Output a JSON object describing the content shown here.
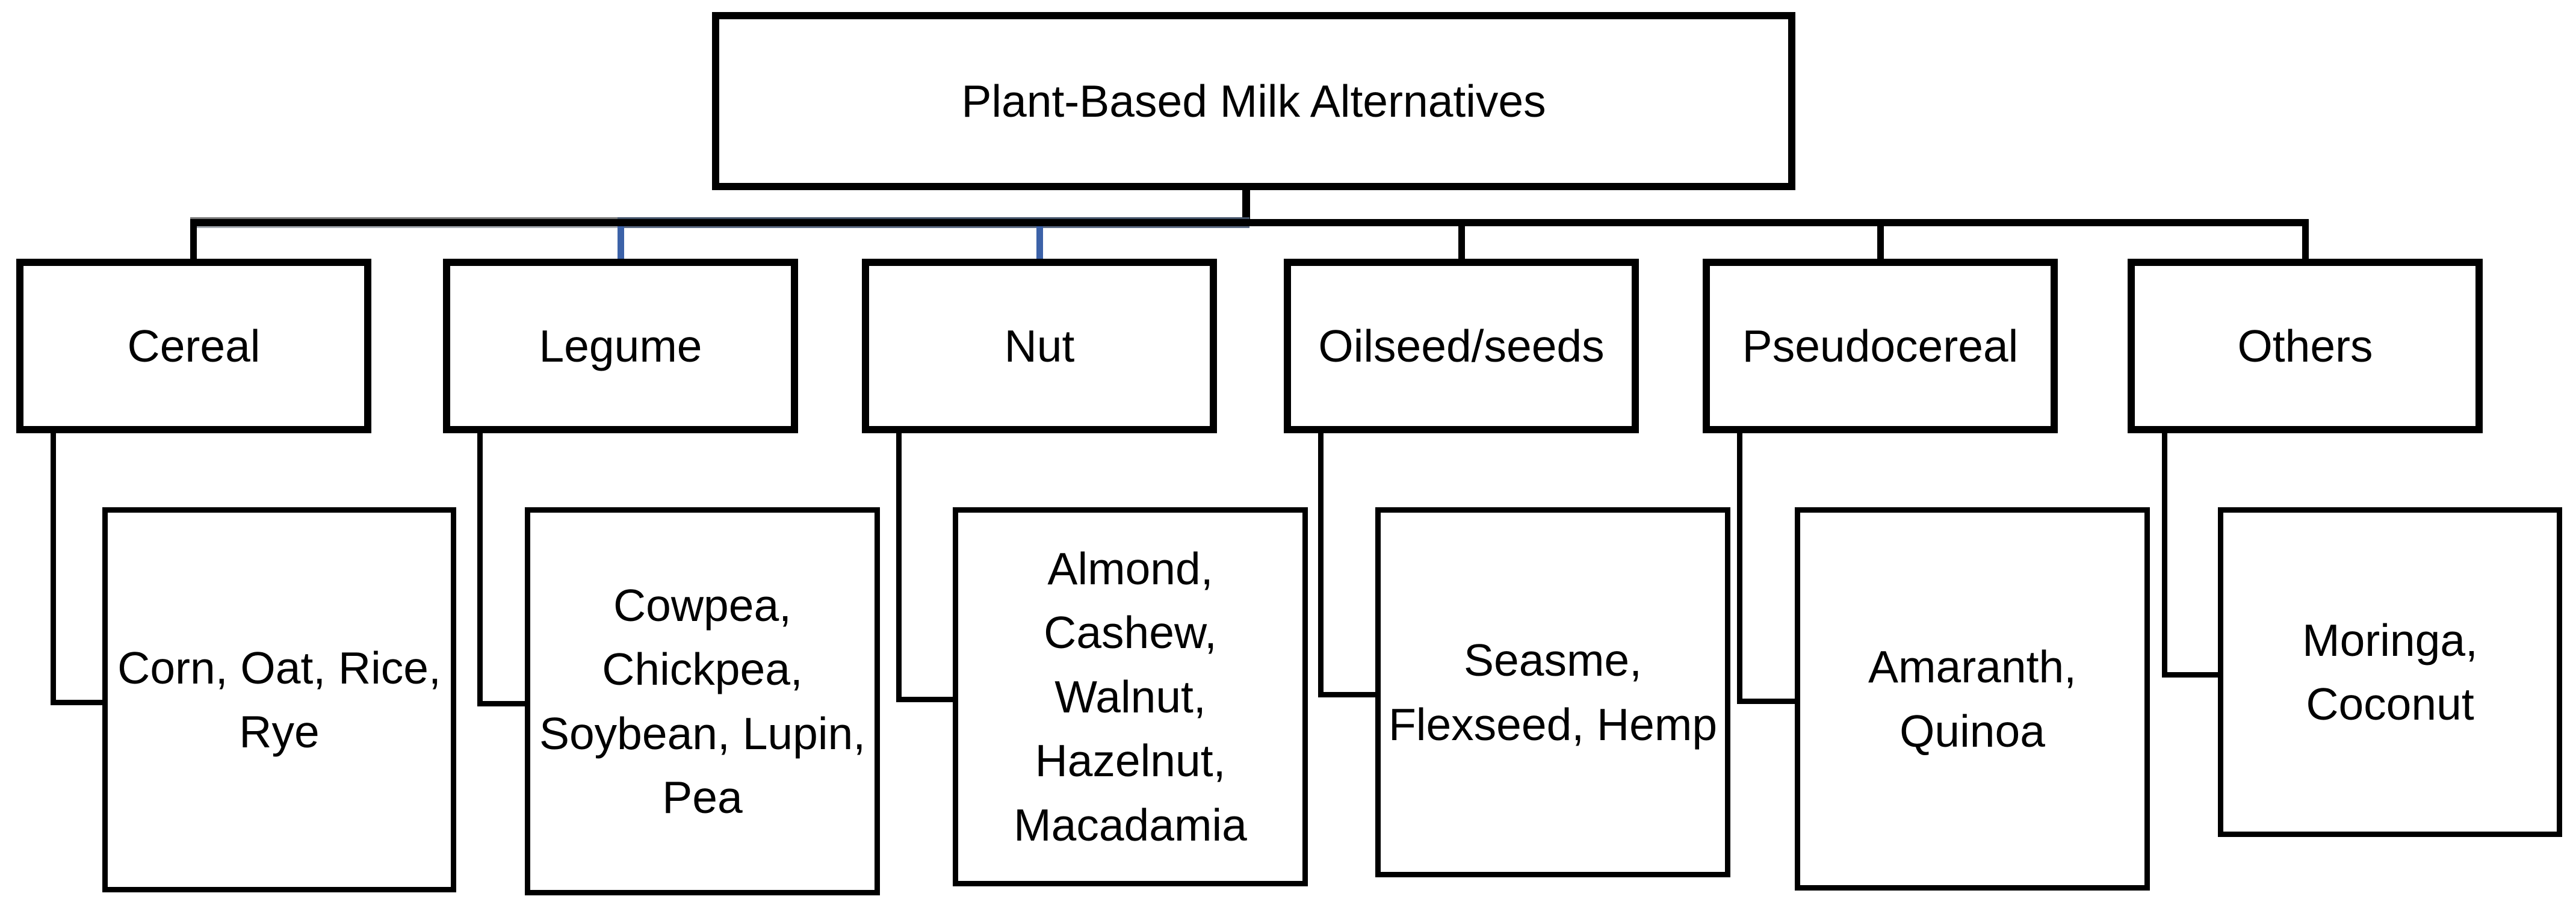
{
  "diagram": {
    "title": "Plant-Based Milk Alternatives",
    "colors": {
      "line_black": "#000000",
      "connector_blue": "#3C62A8",
      "rail_slate_edge": "#44546A",
      "rail_slate_light": "#5d6d87",
      "rail_gray_edge": "#7a7a7a",
      "rail_gray_light": "#a8adb4"
    },
    "branches": [
      {
        "category": "Cereal",
        "items_lines": [
          "Corn, Oat, Rice,",
          "Rye"
        ],
        "drop_color": "#000000"
      },
      {
        "category": "Legume",
        "items_lines": [
          "Cowpea,",
          "Chickpea,",
          "Soybean, Lupin,",
          "Pea"
        ],
        "drop_color": "#3C62A8"
      },
      {
        "category": "Nut",
        "items_lines": [
          "Almond,",
          "Cashew,",
          "Walnut,",
          "Hazelnut,",
          "Macadamia"
        ],
        "drop_color": "#3C62A8"
      },
      {
        "category": "Oilseed/seeds",
        "items_lines": [
          "Seasme,",
          "Flexseed, Hemp"
        ],
        "drop_color": "#000000"
      },
      {
        "category": "Pseudocereal",
        "items_lines": [
          "Amaranth,",
          "Quinoa"
        ],
        "drop_color": "#000000"
      },
      {
        "category": "Others",
        "items_lines": [
          "Moringa,",
          "Coconut"
        ],
        "drop_color": "#000000"
      }
    ]
  }
}
